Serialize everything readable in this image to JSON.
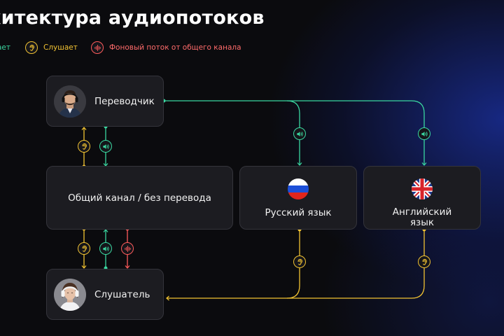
{
  "title": "хитектура аудиопотоков",
  "legend": [
    {
      "icon": "speaker-icon",
      "label": "ает",
      "color": "#3ad7a0"
    },
    {
      "icon": "ear-icon",
      "label": "Слушает",
      "color": "#f1c232"
    },
    {
      "icon": "audio-wave-icon",
      "label": "Фоновый поток от общего канала",
      "color": "#ff6b6b"
    }
  ],
  "nodes": {
    "translator": {
      "label": "Переводчик"
    },
    "common_channel": {
      "label": "Общий канал / без перевода"
    },
    "russian": {
      "label": "Русский язык",
      "flag": "russian-flag-icon"
    },
    "english": {
      "label_line1": "Английский",
      "label_line2": "язык",
      "flag": "uk-flag-icon"
    },
    "listener": {
      "label": "Слушатель"
    }
  },
  "colors": {
    "speaks": "#3ad7a0",
    "listens": "#f1c232",
    "background_stream": "#ff5b5b"
  }
}
